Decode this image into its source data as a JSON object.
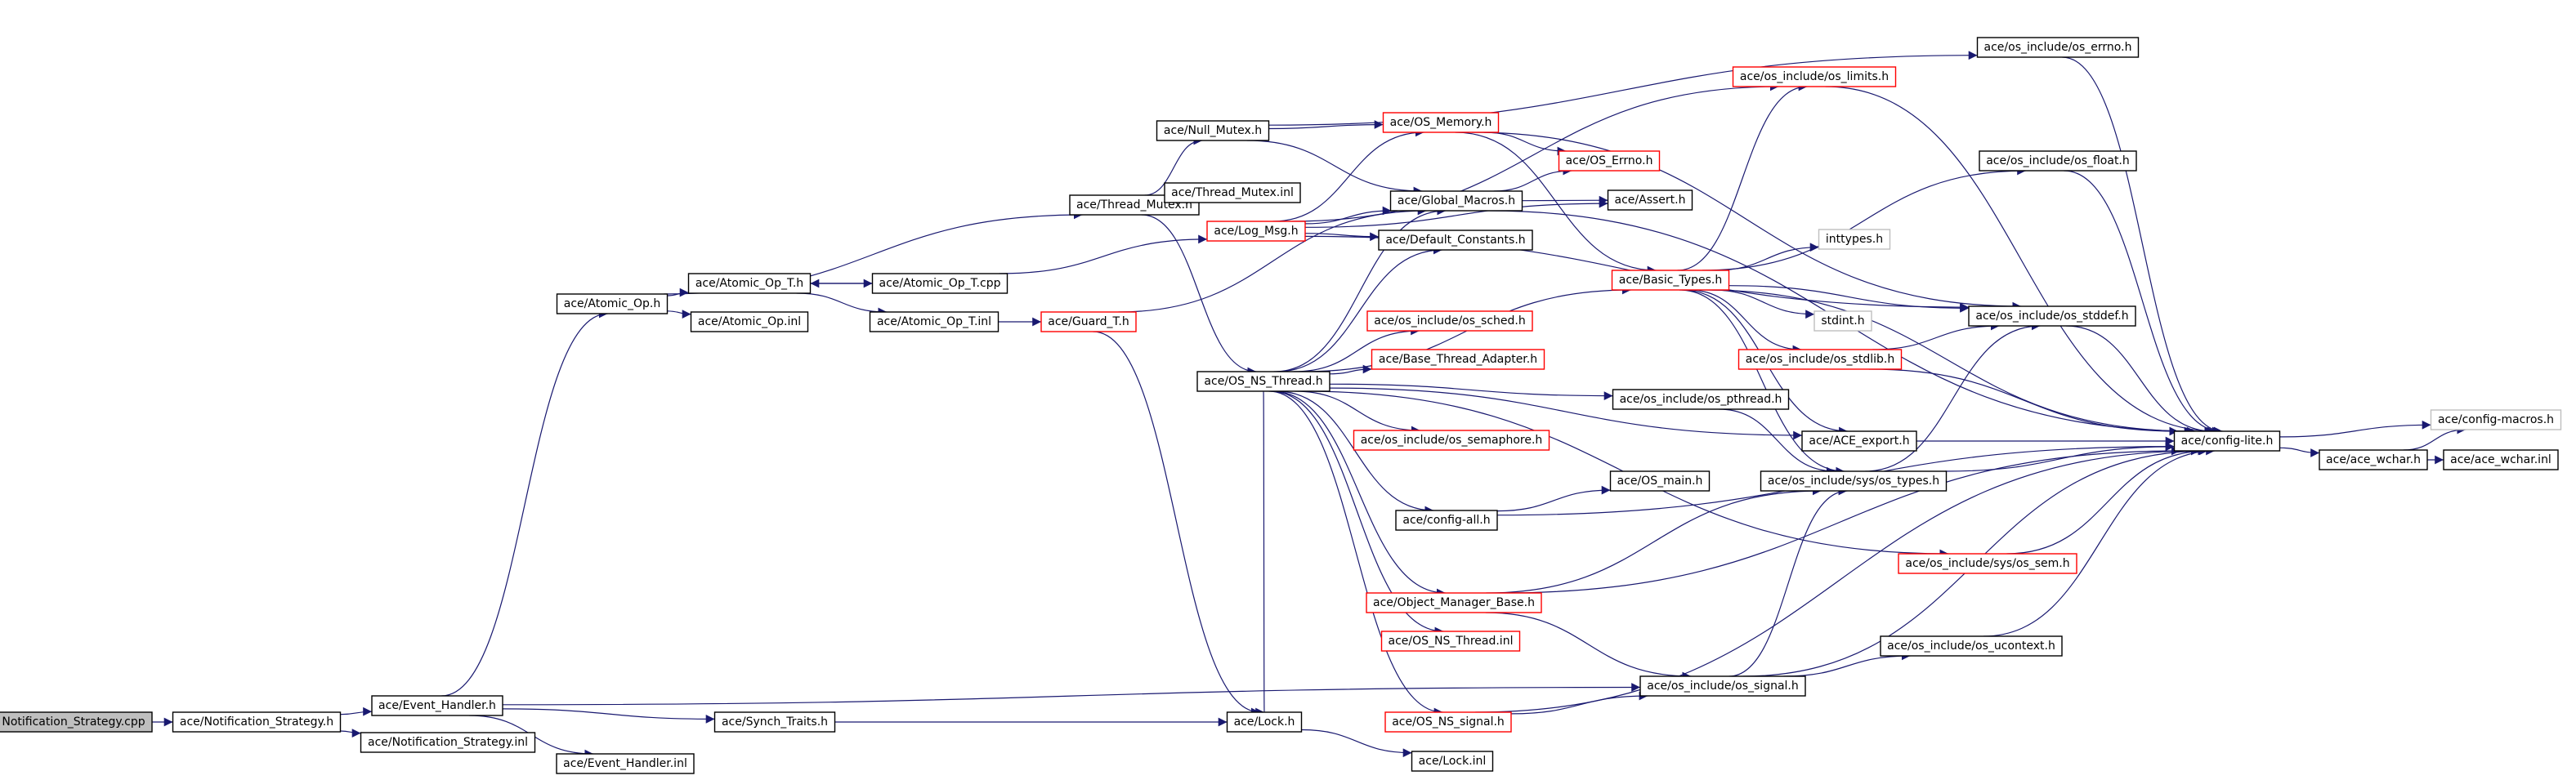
{
  "graph": {
    "title": "",
    "colors": {
      "edge": "#191970",
      "node_border": "#000000",
      "node_border_red": "#ff0000",
      "node_border_gray": "#bfbfbf",
      "root_fill": "#bfbfbf",
      "node_fill": "#ffffff"
    },
    "nodes": [
      {
        "id": "n01",
        "label": "Notification_Strategy.cpp",
        "style": "root"
      },
      {
        "id": "n02",
        "label": "ace/Notification_Strategy.h",
        "style": "black"
      },
      {
        "id": "n03",
        "label": "ace/Event_Handler.h",
        "style": "black"
      },
      {
        "id": "n04",
        "label": "ace/Notification_Strategy.inl",
        "style": "black"
      },
      {
        "id": "n05",
        "label": "ace/Atomic_Op.h",
        "style": "black"
      },
      {
        "id": "n06",
        "label": "ace/Synch_Traits.h",
        "style": "black"
      },
      {
        "id": "n07",
        "label": "ace/Event_Handler.inl",
        "style": "black"
      },
      {
        "id": "n08",
        "label": "ace/Atomic_Op_T.h",
        "style": "black"
      },
      {
        "id": "n09",
        "label": "ace/Atomic_Op.inl",
        "style": "black"
      },
      {
        "id": "n10",
        "label": "ace/Thread_Mutex.h",
        "style": "black"
      },
      {
        "id": "n11",
        "label": "ace/Atomic_Op_T.cpp",
        "style": "black"
      },
      {
        "id": "n12",
        "label": "ace/Atomic_Op_T.inl",
        "style": "black"
      },
      {
        "id": "n13",
        "label": "ace/Guard_T.h",
        "style": "red"
      },
      {
        "id": "n14",
        "label": "ace/Null_Mutex.h",
        "style": "black"
      },
      {
        "id": "n15",
        "label": "ace/Thread_Mutex.inl",
        "style": "black"
      },
      {
        "id": "n16",
        "label": "ace/Log_Msg.h",
        "style": "red"
      },
      {
        "id": "n17",
        "label": "ace/OS_NS_Thread.h",
        "style": "black"
      },
      {
        "id": "n18",
        "label": "ace/Lock.h",
        "style": "black"
      },
      {
        "id": "n19",
        "label": "ace/Lock.inl",
        "style": "black"
      },
      {
        "id": "n20",
        "label": "ace/OS_Memory.h",
        "style": "red"
      },
      {
        "id": "n21",
        "label": "ace/Global_Macros.h",
        "style": "black"
      },
      {
        "id": "n22",
        "label": "ace/Default_Constants.h",
        "style": "black"
      },
      {
        "id": "n23",
        "label": "ace/os_include/os_sched.h",
        "style": "red"
      },
      {
        "id": "n24",
        "label": "ace/Base_Thread_Adapter.h",
        "style": "red"
      },
      {
        "id": "n25",
        "label": "ace/os_include/os_semaphore.h",
        "style": "red"
      },
      {
        "id": "n26",
        "label": "ace/config-all.h",
        "style": "black"
      },
      {
        "id": "n27",
        "label": "ace/Object_Manager_Base.h",
        "style": "red"
      },
      {
        "id": "n28",
        "label": "ace/OS_NS_Thread.inl",
        "style": "red"
      },
      {
        "id": "n29",
        "label": "ace/OS_NS_signal.h",
        "style": "red"
      },
      {
        "id": "n30",
        "label": "ace/OS_Errno.h",
        "style": "red"
      },
      {
        "id": "n31",
        "label": "ace/Assert.h",
        "style": "black"
      },
      {
        "id": "n32",
        "label": "ace/Basic_Types.h",
        "style": "red"
      },
      {
        "id": "n33",
        "label": "ace/os_include/os_pthread.h",
        "style": "black"
      },
      {
        "id": "n34",
        "label": "ace/OS_main.h",
        "style": "black"
      },
      {
        "id": "n35",
        "label": "ace/os_include/os_signal.h",
        "style": "black"
      },
      {
        "id": "n36",
        "label": "ace/os_include/os_limits.h",
        "style": "red"
      },
      {
        "id": "n37",
        "label": "inttypes.h",
        "style": "gray"
      },
      {
        "id": "n38",
        "label": "stdint.h",
        "style": "gray"
      },
      {
        "id": "n39",
        "label": "ace/os_include/os_stdlib.h",
        "style": "red"
      },
      {
        "id": "n40",
        "label": "ace/ACE_export.h",
        "style": "black"
      },
      {
        "id": "n41",
        "label": "ace/os_include/sys/os_types.h",
        "style": "black"
      },
      {
        "id": "n42",
        "label": "ace/os_include/sys/os_sem.h",
        "style": "red"
      },
      {
        "id": "n43",
        "label": "ace/os_include/os_ucontext.h",
        "style": "black"
      },
      {
        "id": "n44",
        "label": "ace/os_include/os_errno.h",
        "style": "black"
      },
      {
        "id": "n45",
        "label": "ace/os_include/os_float.h",
        "style": "black"
      },
      {
        "id": "n46",
        "label": "ace/os_include/os_stddef.h",
        "style": "black"
      },
      {
        "id": "n47",
        "label": "ace/config-lite.h",
        "style": "black"
      },
      {
        "id": "n48",
        "label": "ace/ace_wchar.h",
        "style": "black"
      },
      {
        "id": "n49",
        "label": "ace/config-macros.h",
        "style": "gray"
      },
      {
        "id": "n50",
        "label": "ace/ace_wchar.inl",
        "style": "black"
      }
    ],
    "edges": [
      [
        "n01",
        "n02"
      ],
      [
        "n02",
        "n03"
      ],
      [
        "n02",
        "n04"
      ],
      [
        "n03",
        "n05"
      ],
      [
        "n03",
        "n06"
      ],
      [
        "n03",
        "n07"
      ],
      [
        "n03",
        "n35"
      ],
      [
        "n05",
        "n08"
      ],
      [
        "n05",
        "n09"
      ],
      [
        "n05",
        "n10"
      ],
      [
        "n08",
        "n11"
      ],
      [
        "n08",
        "n12"
      ],
      [
        "n11",
        "n08"
      ],
      [
        "n11",
        "n16"
      ],
      [
        "n12",
        "n13"
      ],
      [
        "n13",
        "n18"
      ],
      [
        "n13",
        "n21"
      ],
      [
        "n06",
        "n18"
      ],
      [
        "n18",
        "n19"
      ],
      [
        "n10",
        "n14"
      ],
      [
        "n10",
        "n15"
      ],
      [
        "n10",
        "n17"
      ],
      [
        "n14",
        "n20"
      ],
      [
        "n14",
        "n21"
      ],
      [
        "n14",
        "n44"
      ],
      [
        "n16",
        "n20"
      ],
      [
        "n16",
        "n21"
      ],
      [
        "n16",
        "n22"
      ],
      [
        "n16",
        "n31"
      ],
      [
        "n16",
        "n36"
      ],
      [
        "n16",
        "n46"
      ],
      [
        "n17",
        "n21"
      ],
      [
        "n17",
        "n22"
      ],
      [
        "n17",
        "n23"
      ],
      [
        "n17",
        "n24"
      ],
      [
        "n17",
        "n25"
      ],
      [
        "n17",
        "n26"
      ],
      [
        "n17",
        "n27"
      ],
      [
        "n17",
        "n28"
      ],
      [
        "n17",
        "n29"
      ],
      [
        "n17",
        "n33"
      ],
      [
        "n17",
        "n40"
      ],
      [
        "n17",
        "n42"
      ],
      [
        "n17",
        "n32"
      ],
      [
        "n17",
        "n18"
      ],
      [
        "n20",
        "n30"
      ],
      [
        "n20",
        "n32"
      ],
      [
        "n20",
        "n46"
      ],
      [
        "n21",
        "n30"
      ],
      [
        "n21",
        "n31"
      ],
      [
        "n21",
        "n47"
      ],
      [
        "n32",
        "n36"
      ],
      [
        "n32",
        "n37"
      ],
      [
        "n32",
        "n38"
      ],
      [
        "n32",
        "n39"
      ],
      [
        "n32",
        "n40"
      ],
      [
        "n32",
        "n41"
      ],
      [
        "n32",
        "n45"
      ],
      [
        "n32",
        "n46"
      ],
      [
        "n32",
        "n47"
      ],
      [
        "n33",
        "n41"
      ],
      [
        "n26",
        "n34"
      ],
      [
        "n26",
        "n47"
      ],
      [
        "n27",
        "n41"
      ],
      [
        "n27",
        "n35"
      ],
      [
        "n27",
        "n47"
      ],
      [
        "n29",
        "n35"
      ],
      [
        "n29",
        "n47"
      ],
      [
        "n35",
        "n41"
      ],
      [
        "n35",
        "n43"
      ],
      [
        "n35",
        "n47"
      ],
      [
        "n43",
        "n47"
      ],
      [
        "n36",
        "n47"
      ],
      [
        "n39",
        "n46"
      ],
      [
        "n39",
        "n47"
      ],
      [
        "n40",
        "n47"
      ],
      [
        "n41",
        "n46"
      ],
      [
        "n41",
        "n47"
      ],
      [
        "n42",
        "n47"
      ],
      [
        "n44",
        "n47"
      ],
      [
        "n45",
        "n47"
      ],
      [
        "n46",
        "n47"
      ],
      [
        "n47",
        "n48"
      ],
      [
        "n47",
        "n49"
      ],
      [
        "n48",
        "n49"
      ],
      [
        "n48",
        "n50"
      ]
    ]
  }
}
